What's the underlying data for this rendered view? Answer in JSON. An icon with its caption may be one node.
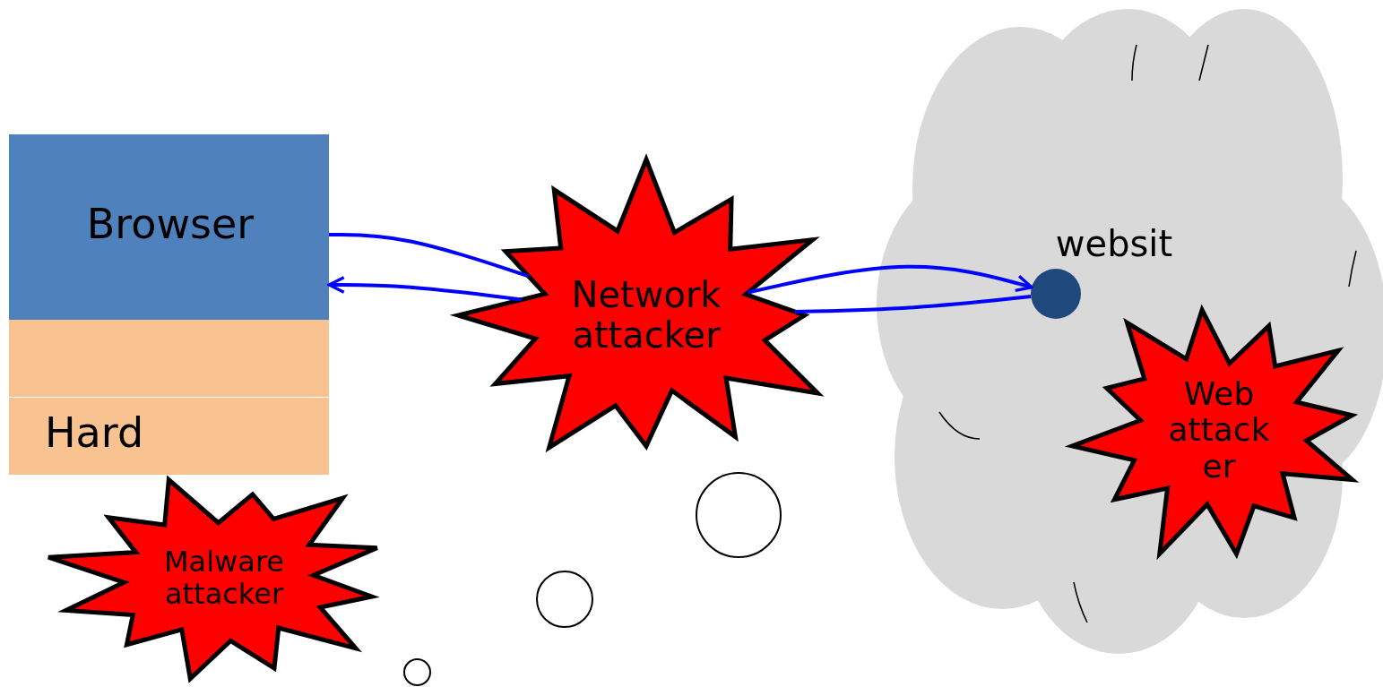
{
  "diagram": {
    "nodes": [
      {
        "text": [
          "websit"
        ]
      },
      {
        "text": [
          "Browser"
        ]
      },
      {
        "text": [],
        "shape": "box"
      },
      {
        "text": [
          "Hard"
        ]
      },
      {
        "text": [],
        "shape": "circle",
        "in": 0
      },
      {
        "text": [
          "Network attacker"
        ]
      },
      {
        "text": [
          "Malware attacker"
        ]
      },
      {
        "text": [
          "Web attacker"
        ],
        "in": 0
      },
      {
        "text": [],
        "shape": "circle"
      },
      {
        "text": [],
        "shape": "circle"
      },
      {
        "text": [],
        "shape": "circle"
      }
    ],
    "edges": [
      {
        "from": 1,
        "to": 5,
        "arrow": "none"
      },
      {
        "from": 5,
        "to": 4,
        "arrow": "to"
      },
      {
        "from": 4,
        "to": 5,
        "arrow": "none"
      },
      {
        "from": 5,
        "to": 1,
        "arrow": "to"
      }
    ]
  }
}
